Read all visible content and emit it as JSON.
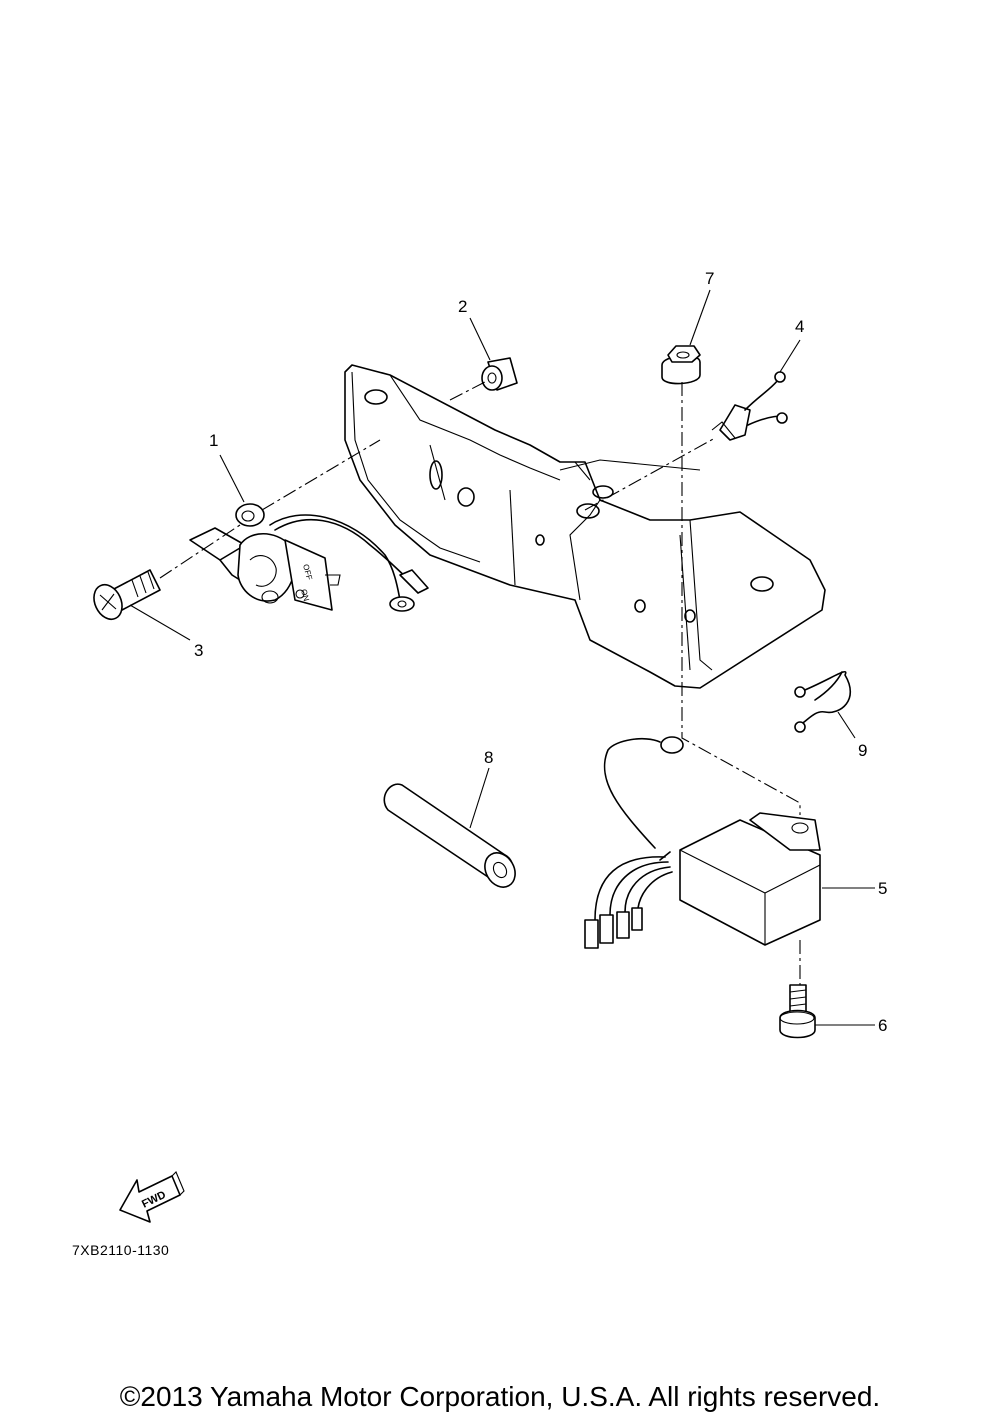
{
  "callouts": [
    "1",
    "2",
    "3",
    "4",
    "5",
    "6",
    "7",
    "8",
    "9"
  ],
  "switch_labels": {
    "off": "OFF",
    "on": "ON"
  },
  "fwd_label": "FWD",
  "diagram_code": "7XB2110-1130",
  "copyright": "©2013 Yamaha Motor Corporation, U.S.A. All rights reserved."
}
